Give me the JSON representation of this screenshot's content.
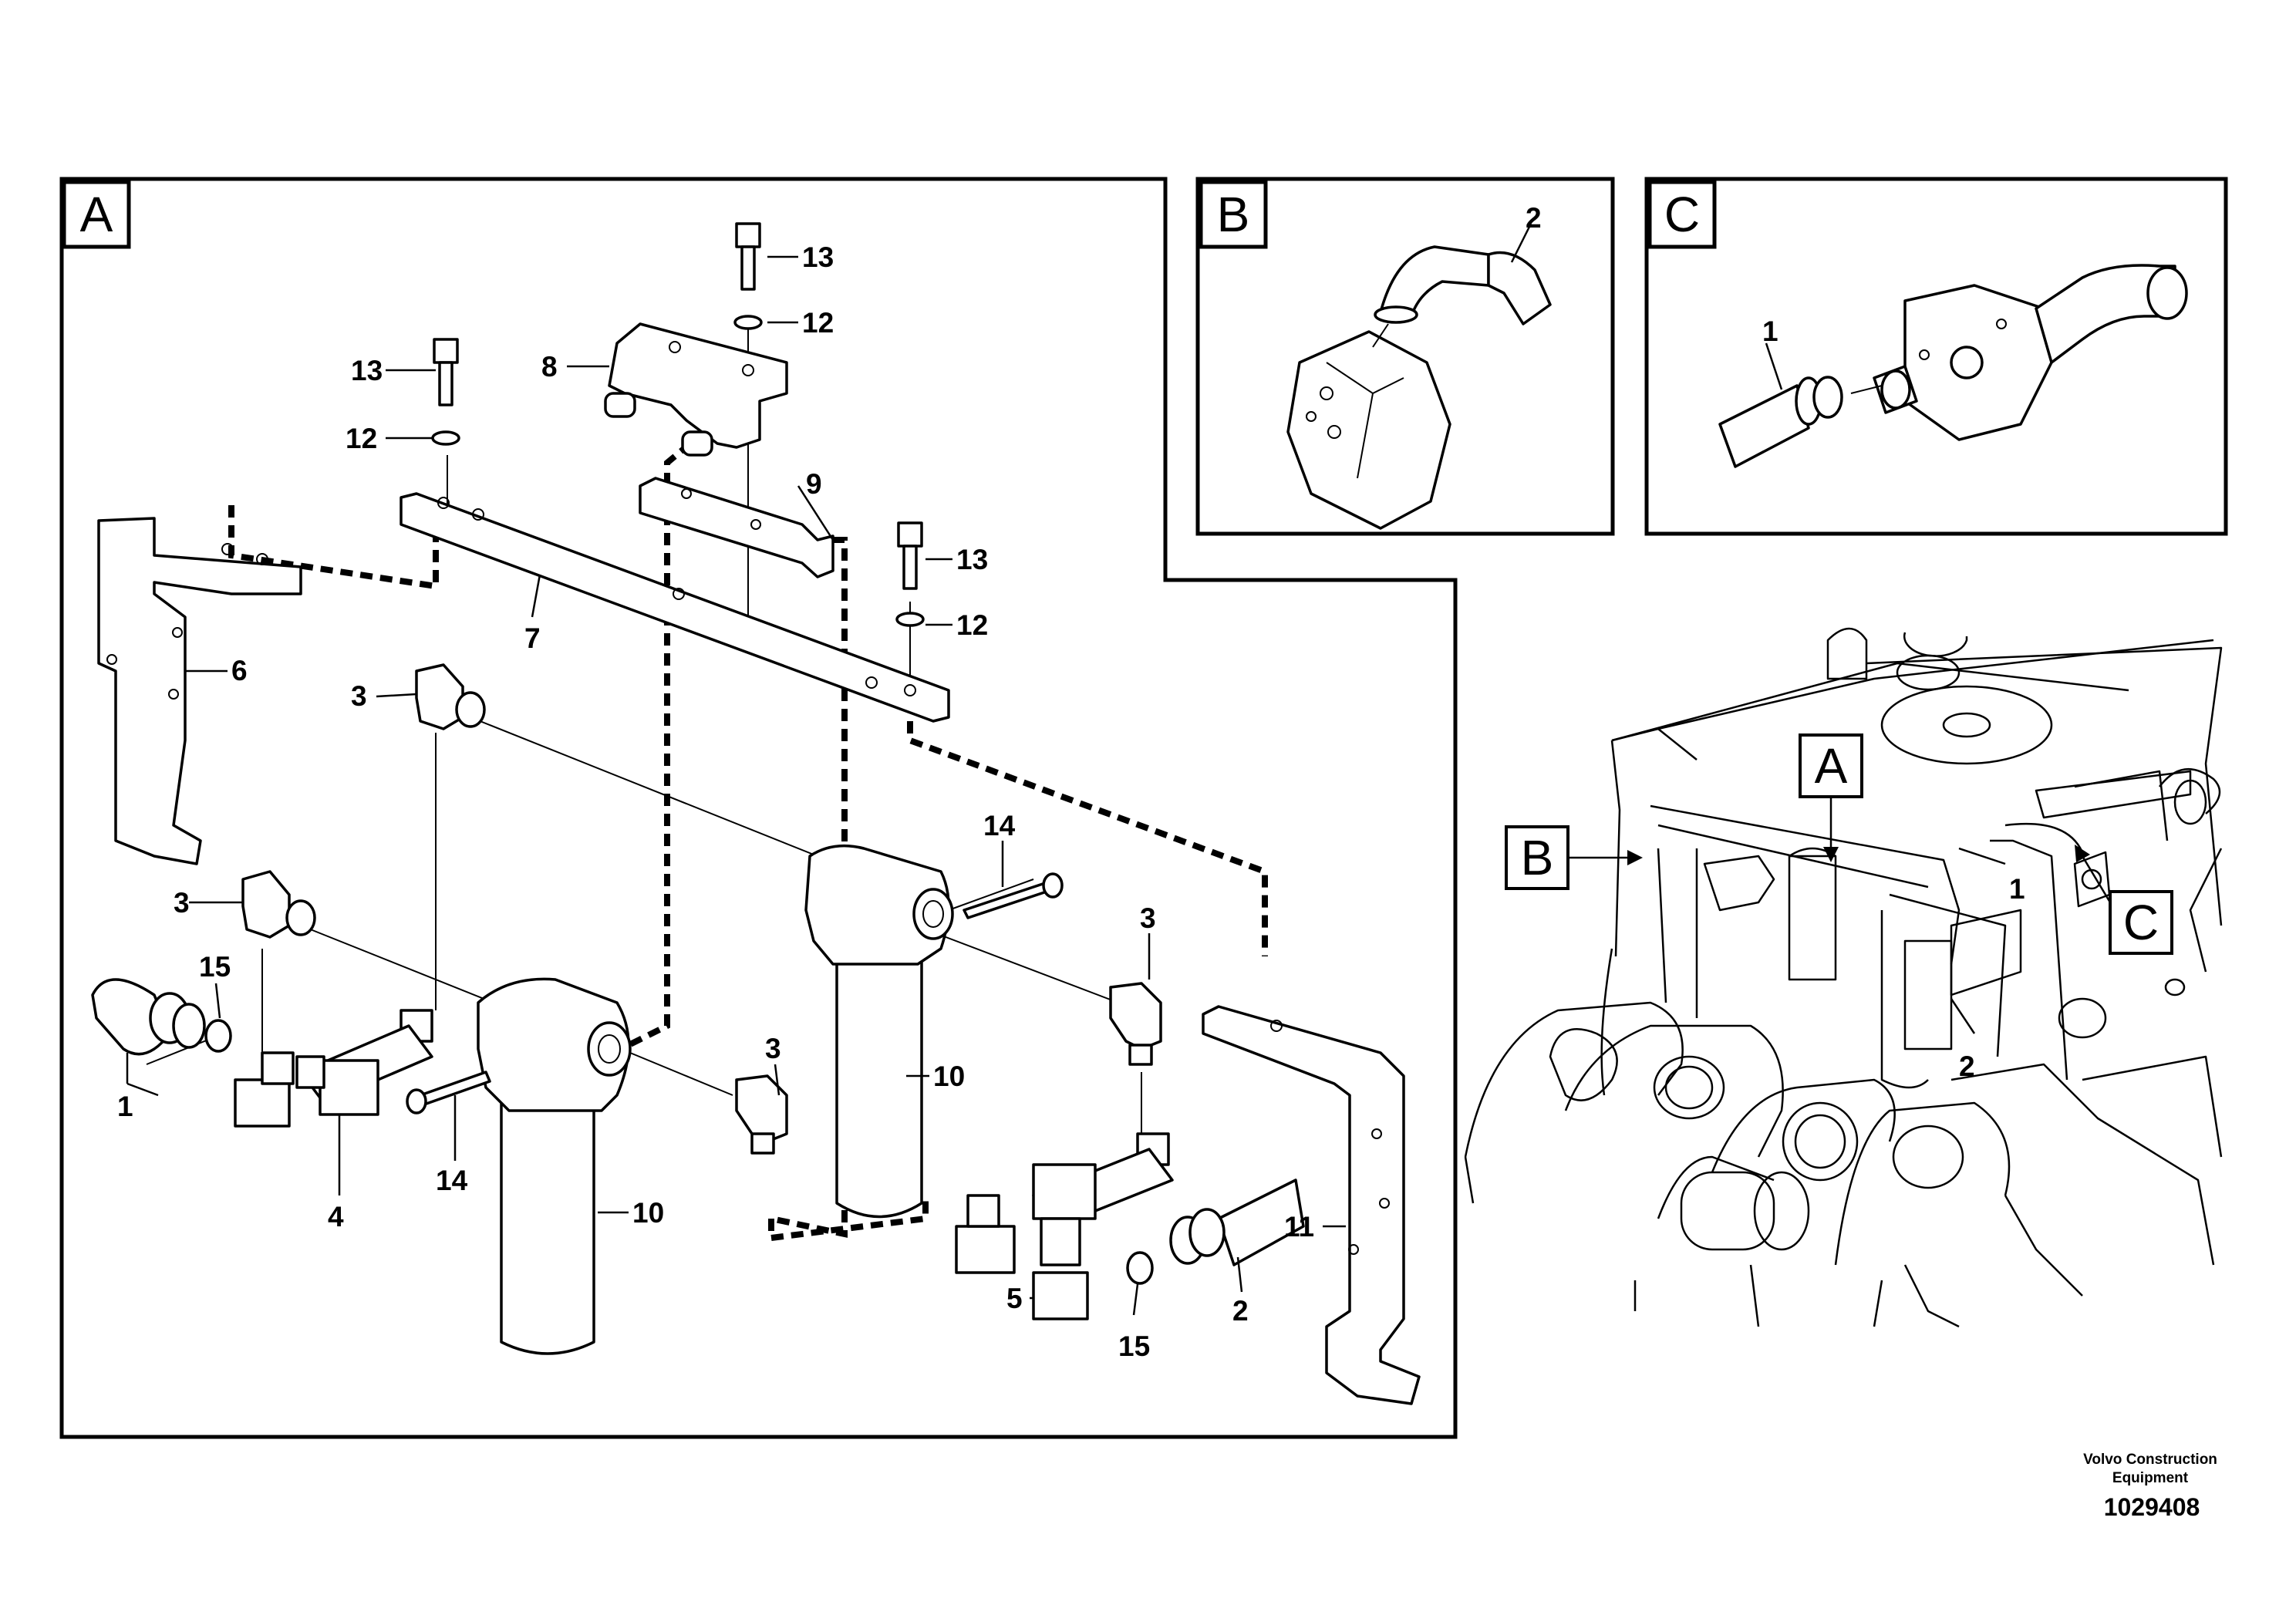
{
  "views": {
    "A": {
      "letter": "A"
    },
    "B": {
      "letter": "B"
    },
    "C": {
      "letter": "C"
    }
  },
  "callouts": {
    "c1": "1",
    "c2": "2",
    "c3": "3",
    "c4": "4",
    "c5": "5",
    "c6": "6",
    "c7": "7",
    "c8": "8",
    "c9": "9",
    "c10": "10",
    "c11": "11",
    "c12": "12",
    "c13": "13",
    "c14": "14",
    "c15": "15"
  },
  "overview_markers": {
    "A": "A",
    "B": "B",
    "C": "C"
  },
  "footer": {
    "brand_line1": "Volvo Construction",
    "brand_line2": "Equipment",
    "doc_number": "1029408"
  }
}
